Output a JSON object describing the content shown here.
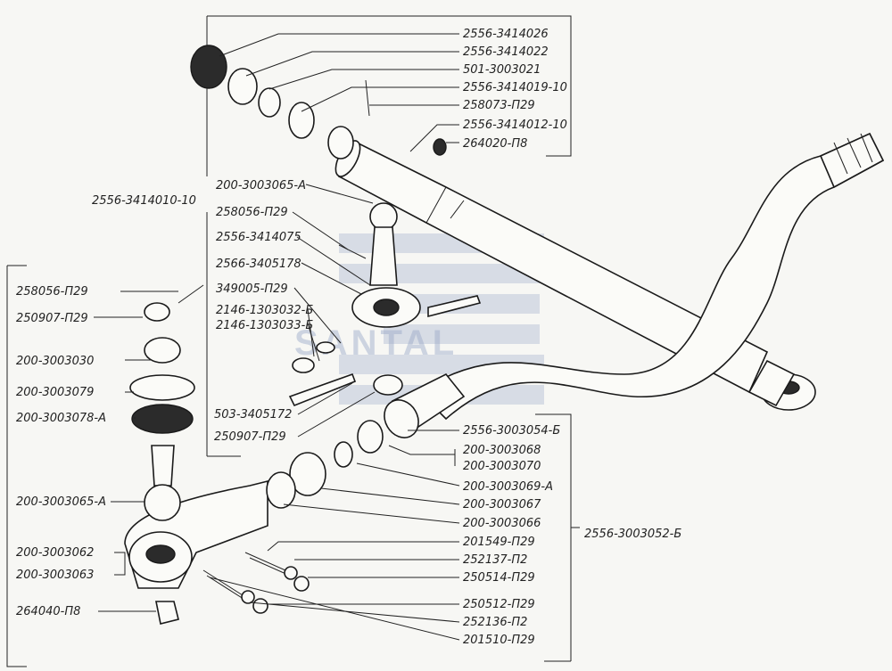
{
  "labels": {
    "l_2556_3414026": "2556-3414026",
    "l_2556_3414022": "2556-3414022",
    "l_501_3003021": "501-3003021",
    "l_2556_3414019_10": "2556-3414019-10",
    "l_258073_p29": "258073-П29",
    "l_2556_3414012_10": "2556-3414012-10",
    "l_264020_p8": "264020-П8",
    "l_2556_3414010_10": "2556-3414010-10",
    "l_200_3003065_a_top": "200-3003065-А",
    "l_258056_p29_mid": "258056-П29",
    "l_2556_3414075": "2556-3414075",
    "l_2566_3405178": "2566-3405178",
    "l_349005_p29": "349005-П29",
    "l_2146_1303032_b": "2146-1303032-Б",
    "l_2146_1303033_b": "2146-1303033-Б",
    "l_258056_p29_left": "258056-П29",
    "l_250907_p29_left": "250907-П29",
    "l_200_3003030": "200-3003030",
    "l_200_3003079": "200-3003079",
    "l_200_3003078_a": "200-3003078-А",
    "l_503_3405172": "503-3405172",
    "l_250907_p29_mid": "250907-П29",
    "l_2556_3003054_b": "2556-3003054-Б",
    "l_200_3003068": "200-3003068",
    "l_200_3003070": "200-3003070",
    "l_200_3003069_a": "200-3003069-А",
    "l_200_3003065_a_left": "200-3003065-А",
    "l_200_3003067": "200-3003067",
    "l_200_3003066": "200-3003066",
    "l_2556_3003052_b": "2556-3003052-Б",
    "l_200_3003062": "200-3003062",
    "l_201549_p29": "201549-П29",
    "l_200_3003063": "200-3003063",
    "l_252137_p2": "252137-П2",
    "l_250514_p29": "250514-П29",
    "l_264040_p8": "264040-П8",
    "l_250512_p29": "250512-П29",
    "l_252136_p2": "252136-П2",
    "l_201510_p29": "201510-П29"
  },
  "watermark": "SANTAL"
}
